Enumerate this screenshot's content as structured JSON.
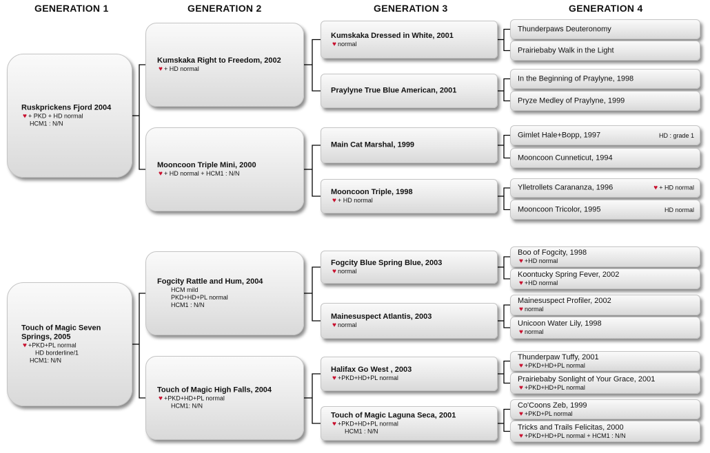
{
  "headers": [
    "GENERATION  1",
    "GENERATION  2",
    "GENERATION  3",
    "GENERATION  4"
  ],
  "heart_color": "#c8102e",
  "pedigrees": [
    {
      "gen1": {
        "name": "Ruskprickens Fjord 2004",
        "lines": [
          {
            "heart": true,
            "text": "+ PKD + HD normal"
          },
          {
            "heart": false,
            "text": "HCM1 : N/N"
          }
        ]
      },
      "gen2": [
        {
          "name": "Kumskaka Right to Freedom, 2002",
          "lines": [
            {
              "heart": true,
              "text": "+ HD normal"
            }
          ]
        },
        {
          "name": "Mooncoon Triple Mini, 2000",
          "lines": [
            {
              "heart": true,
              "text": "+ HD normal + HCM1 : N/N"
            }
          ]
        }
      ],
      "gen3": [
        {
          "name": "Kumskaka Dressed in White, 2001",
          "lines": [
            {
              "heart": true,
              "text": "normal"
            }
          ]
        },
        {
          "name": "Praylyne True Blue American, 2001",
          "lines": []
        },
        {
          "name": "Main Cat Marshal, 1999",
          "lines": []
        },
        {
          "name": "Mooncoon Triple, 1998",
          "lines": [
            {
              "heart": true,
              "text": "+ HD normal"
            }
          ]
        }
      ],
      "gen4": [
        {
          "name": "Thunderpaws Deuteronomy",
          "lines": [],
          "note": ""
        },
        {
          "name": "Prairiebaby Walk in the Light",
          "lines": [],
          "note": ""
        },
        {
          "name": "In the Beginning of Praylyne, 1998",
          "lines": [],
          "note": ""
        },
        {
          "name": "Pryze Medley of Praylyne, 1999",
          "lines": [],
          "note": ""
        },
        {
          "name": "Gimlet Hale+Bopp, 1997",
          "lines": [],
          "note": "HD : grade 1",
          "note_heart": false
        },
        {
          "name": "Mooncoon Cunneticut, 1994",
          "lines": [],
          "note": ""
        },
        {
          "name": "Ylletrollets Carananza, 1996",
          "lines": [],
          "note": "+ HD normal",
          "note_heart": true
        },
        {
          "name": "Mooncoon Tricolor, 1995",
          "lines": [],
          "note": "HD normal",
          "note_heart": false
        }
      ]
    },
    {
      "gen1": {
        "name": "Touch of Magic Seven Springs, 2005",
        "lines": [
          {
            "heart": true,
            "text": "+PKD+PL normal"
          },
          {
            "heart": false,
            "text": "HD borderline/1",
            "indent": true
          },
          {
            "heart": false,
            "text": "HCM1: N/N"
          }
        ]
      },
      "gen2": [
        {
          "name": "Fogcity Rattle and Hum, 2004",
          "lines": [
            {
              "heart": false,
              "text": "HCM mild",
              "indent": true
            },
            {
              "heart": false,
              "text": "PKD+HD+PL normal",
              "indent": true
            },
            {
              "heart": false,
              "text": "HCM1 :  N/N",
              "indent": true
            }
          ]
        },
        {
          "name": "Touch of Magic High Falls, 2004",
          "lines": [
            {
              "heart": true,
              "text": "+PKD+HD+PL normal"
            },
            {
              "heart": false,
              "text": "HCM1: N/N",
              "indent": true
            }
          ]
        }
      ],
      "gen3": [
        {
          "name": "Fogcity Blue Spring Blue, 2003",
          "lines": [
            {
              "heart": true,
              "text": "normal"
            }
          ]
        },
        {
          "name": "Mainesuspect Atlantis, 2003",
          "lines": [
            {
              "heart": true,
              "text": "normal"
            }
          ]
        },
        {
          "name": "Halifax Go West , 2003",
          "lines": [
            {
              "heart": true,
              "text": "+PKD+HD+PL normal"
            }
          ]
        },
        {
          "name": "Touch of Magic Laguna Seca, 2001",
          "lines": [
            {
              "heart": true,
              "text": "+PKD+HD+PL normal"
            },
            {
              "heart": false,
              "text": "HCM1 : N/N",
              "indent": true
            }
          ]
        }
      ],
      "gen4": [
        {
          "name": "Boo of Fogcity, 1998",
          "lines": [
            {
              "heart": true,
              "text": "+HD normal"
            }
          ],
          "note": ""
        },
        {
          "name": "Koontucky Spring Fever, 2002",
          "lines": [
            {
              "heart": true,
              "text": "+HD normal"
            }
          ],
          "note": ""
        },
        {
          "name": "Mainesuspect Profiler, 2002",
          "lines": [
            {
              "heart": true,
              "text": "normal"
            }
          ],
          "note": ""
        },
        {
          "name": "Unicoon Water Lily, 1998",
          "lines": [
            {
              "heart": true,
              "text": "normal"
            }
          ],
          "note": ""
        },
        {
          "name": "Thunderpaw Tuffy, 2001",
          "lines": [
            {
              "heart": true,
              "text": "+PKD+HD+PL normal"
            }
          ],
          "note": ""
        },
        {
          "name": "Prairiebaby Sonlight of Your Grace, 2001",
          "lines": [
            {
              "heart": true,
              "text": "+PKD+HD+PL normal"
            }
          ],
          "note": ""
        },
        {
          "name": "Co'Coons Zeb, 1999",
          "lines": [
            {
              "heart": true,
              "text": "+PKD+PL normal"
            }
          ],
          "note": ""
        },
        {
          "name": "Tricks and Trails Felicitas, 2000",
          "lines": [
            {
              "heart": true,
              "text": "+PKD+HD+PL normal + HCM1 : N/N"
            }
          ],
          "note": ""
        }
      ]
    }
  ]
}
